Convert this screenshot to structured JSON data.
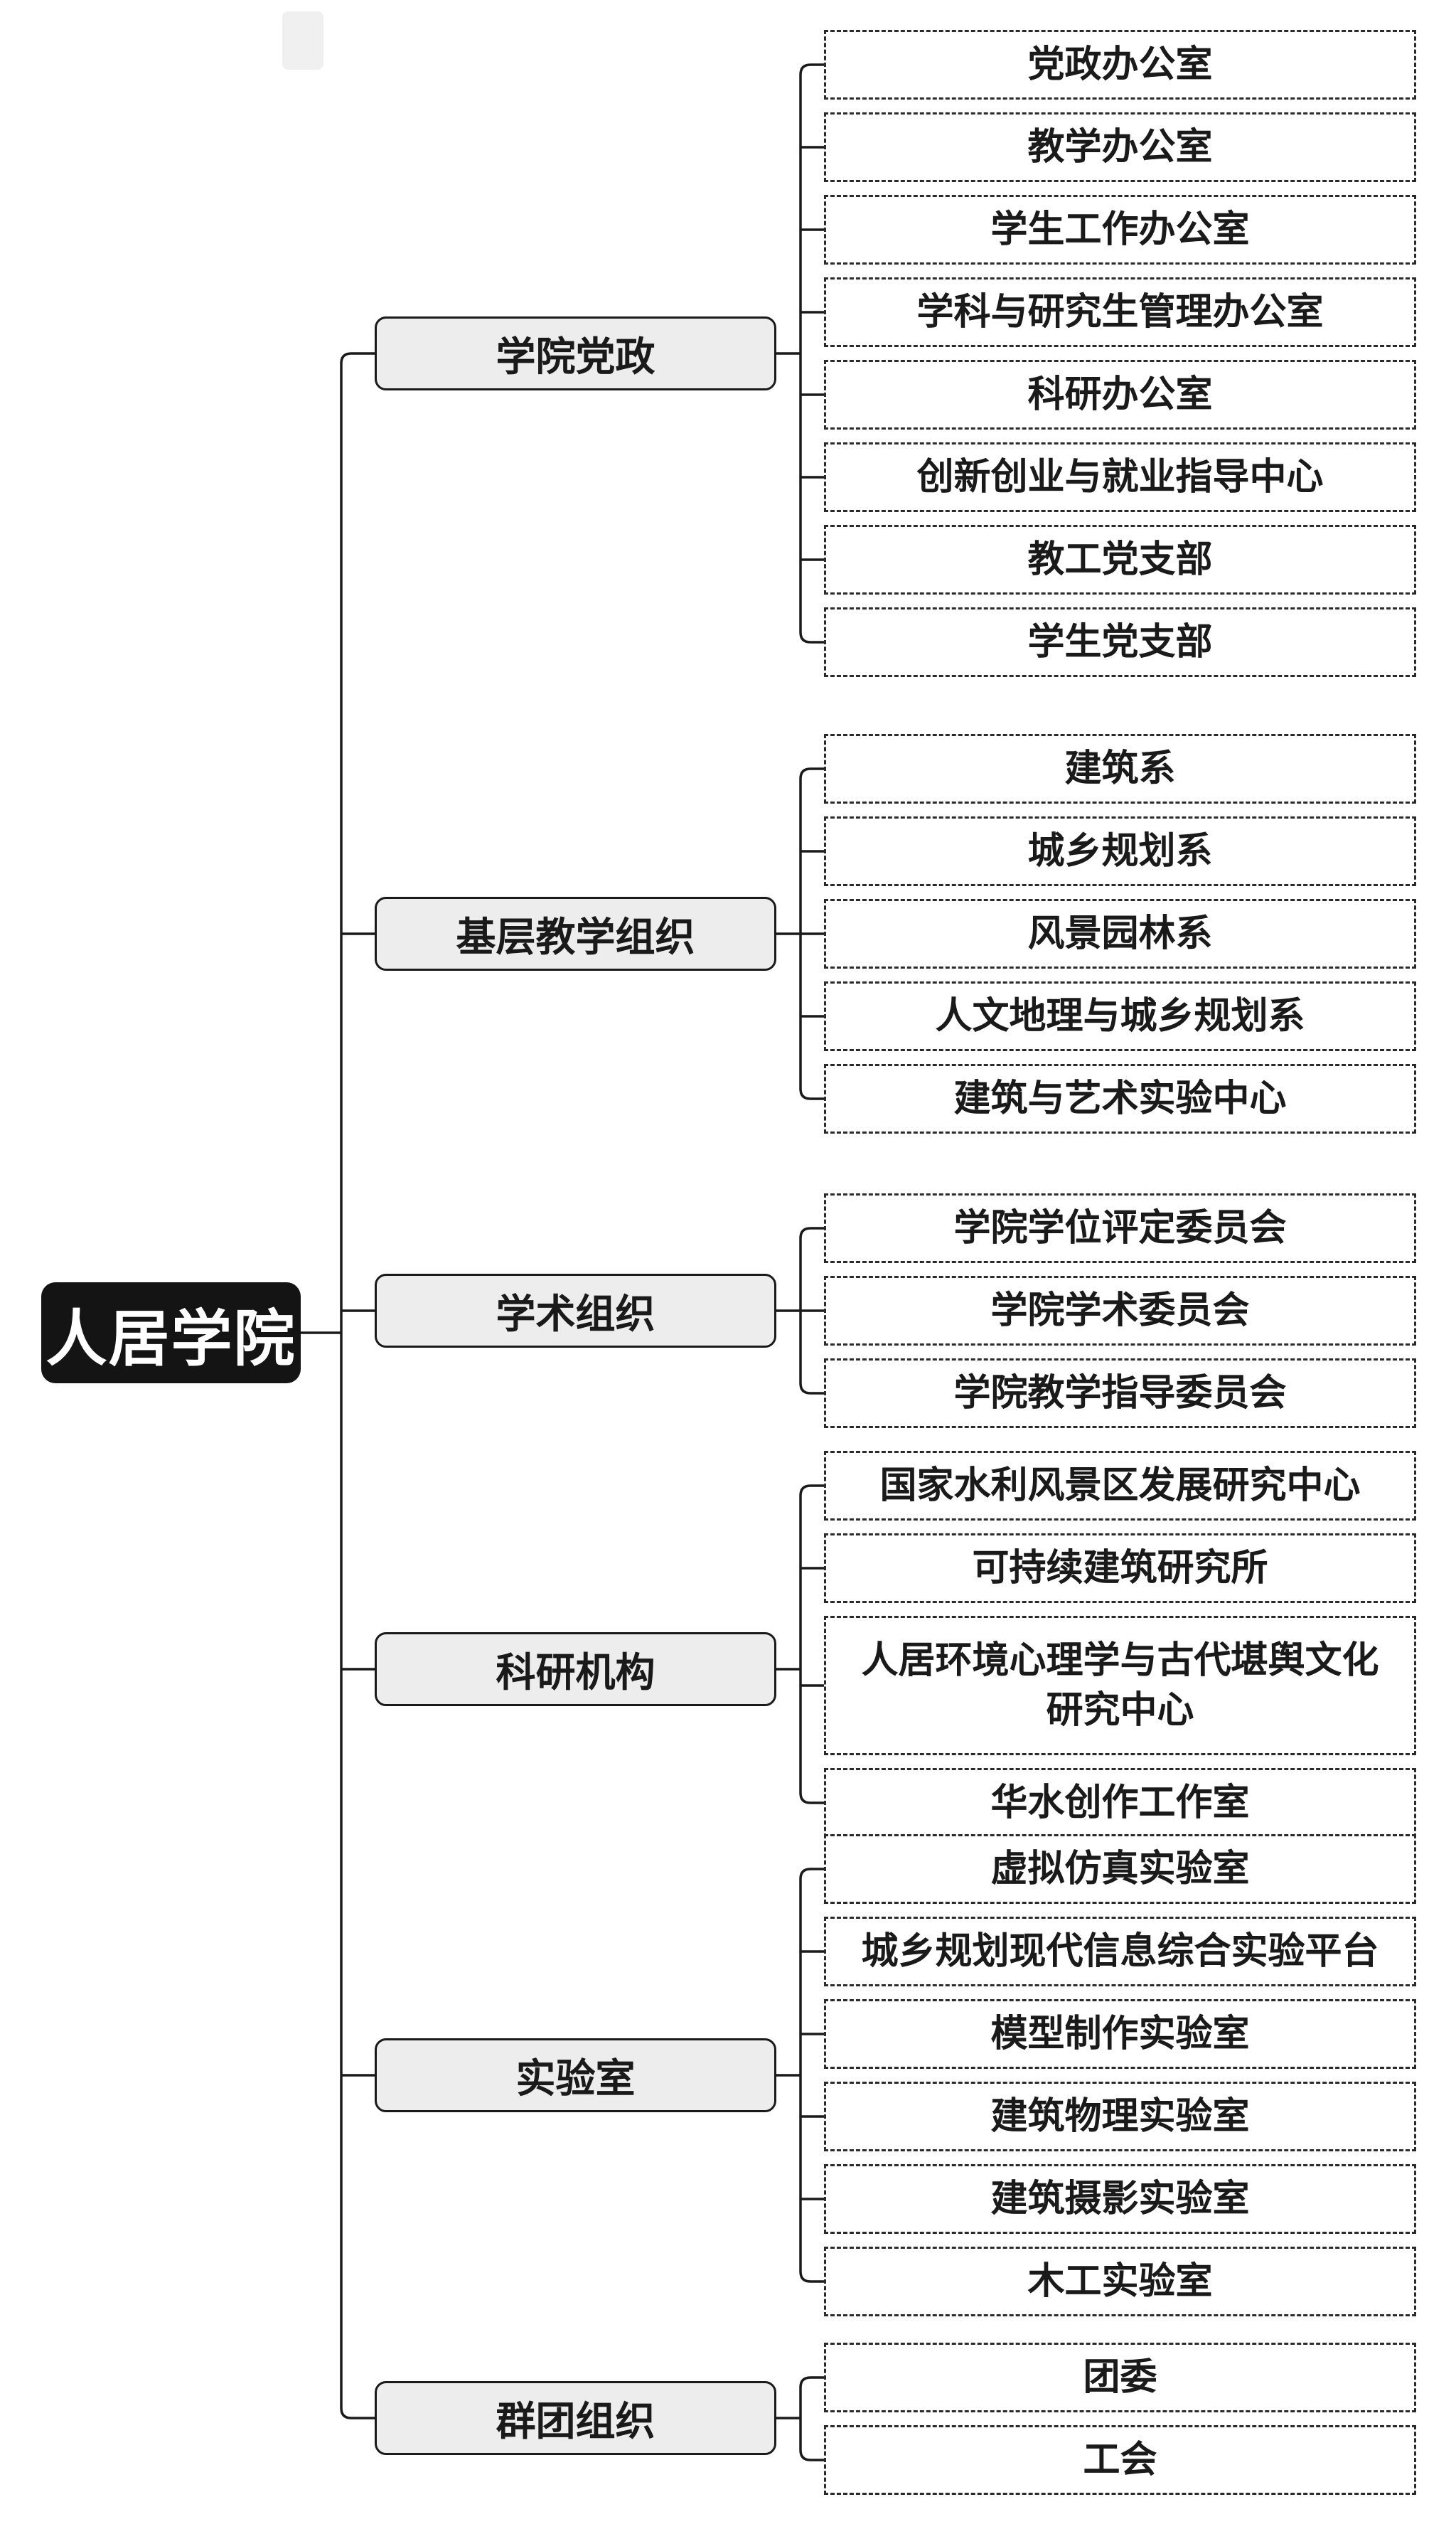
{
  "root": {
    "label": "人居学院"
  },
  "groups": [
    {
      "label": "学院党政",
      "children": [
        "党政办公室",
        "教学办公室",
        "学生工作办公室",
        "学科与研究生管理办公室",
        "科研办公室",
        "创新创业与就业指导中心",
        "教工党支部",
        "学生党支部"
      ]
    },
    {
      "label": "基层教学组织",
      "children": [
        "建筑系",
        "城乡规划系",
        "风景园林系",
        "人文地理与城乡规划系",
        "建筑与艺术实验中心"
      ]
    },
    {
      "label": "学术组织",
      "children": [
        "学院学位评定委员会",
        "学院学术委员会",
        "学院教学指导委员会"
      ]
    },
    {
      "label": "科研机构",
      "children": [
        "国家水利风景区发展研究中心",
        "可持续建筑研究所",
        "人居环境心理学与古代堪舆文化\n研究中心",
        "华水创作工作室"
      ]
    },
    {
      "label": "实验室",
      "children": [
        "虚拟仿真实验室",
        "城乡规划现代信息综合实验平台",
        "模型制作实验室",
        "建筑物理实验室",
        "建筑摄影实验室",
        "木工实验室"
      ]
    },
    {
      "label": "群团组织",
      "children": [
        "团委",
        "工会"
      ]
    }
  ],
  "colors": {
    "line": "#1a1a1a",
    "root_bg": "#141414",
    "root_text": "#ffffff",
    "category_bg": "#ededed",
    "category_border": "#1a1a1a",
    "leaf_border": "#2a2a2a",
    "leaf_bg": "#ffffff"
  }
}
